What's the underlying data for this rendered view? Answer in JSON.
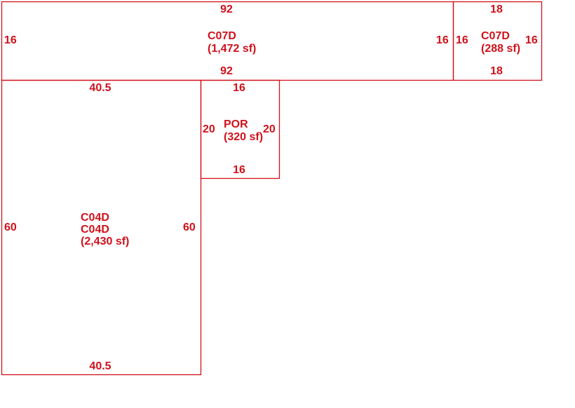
{
  "colors": {
    "line": "#d0111b",
    "text": "#d0111b",
    "background": "#ffffff"
  },
  "areas": {
    "c07d_main": {
      "code": "C07D",
      "area": "(1,472 sf)",
      "top": "92",
      "bottom": "92",
      "left": "16",
      "right": "16"
    },
    "c07d_small": {
      "code": "C07D",
      "area": "(288 sf)",
      "top": "18",
      "bottom": "18",
      "left": "16",
      "right": "16"
    },
    "por": {
      "code": "POR",
      "area": "(320 sf)",
      "top": "16",
      "bottom": "16",
      "left": "20",
      "right": "20"
    },
    "c04d": {
      "code_1": "C04D",
      "code_2": "C04D",
      "area": "(2,430 sf)",
      "top": "40.5",
      "bottom": "40.5",
      "left": "60",
      "right": "60"
    }
  }
}
